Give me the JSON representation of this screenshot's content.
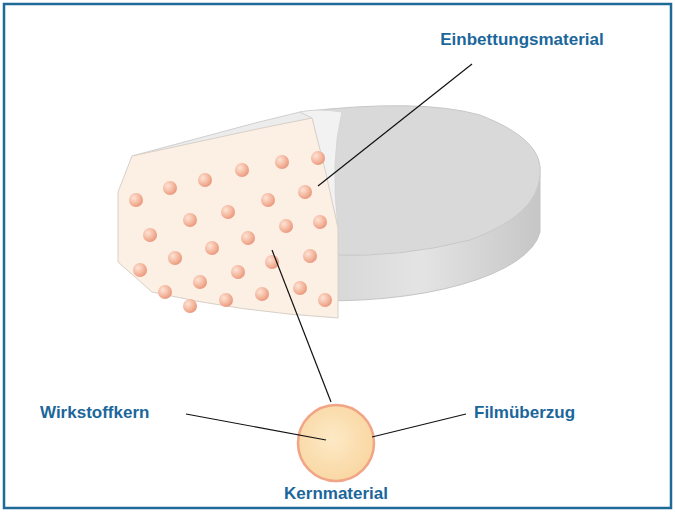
{
  "diagram": {
    "labels": [
      "Einbettungsmaterial",
      "Wirkstoffkern",
      "Filmüberzug",
      "Kernmaterial"
    ]
  }
}
